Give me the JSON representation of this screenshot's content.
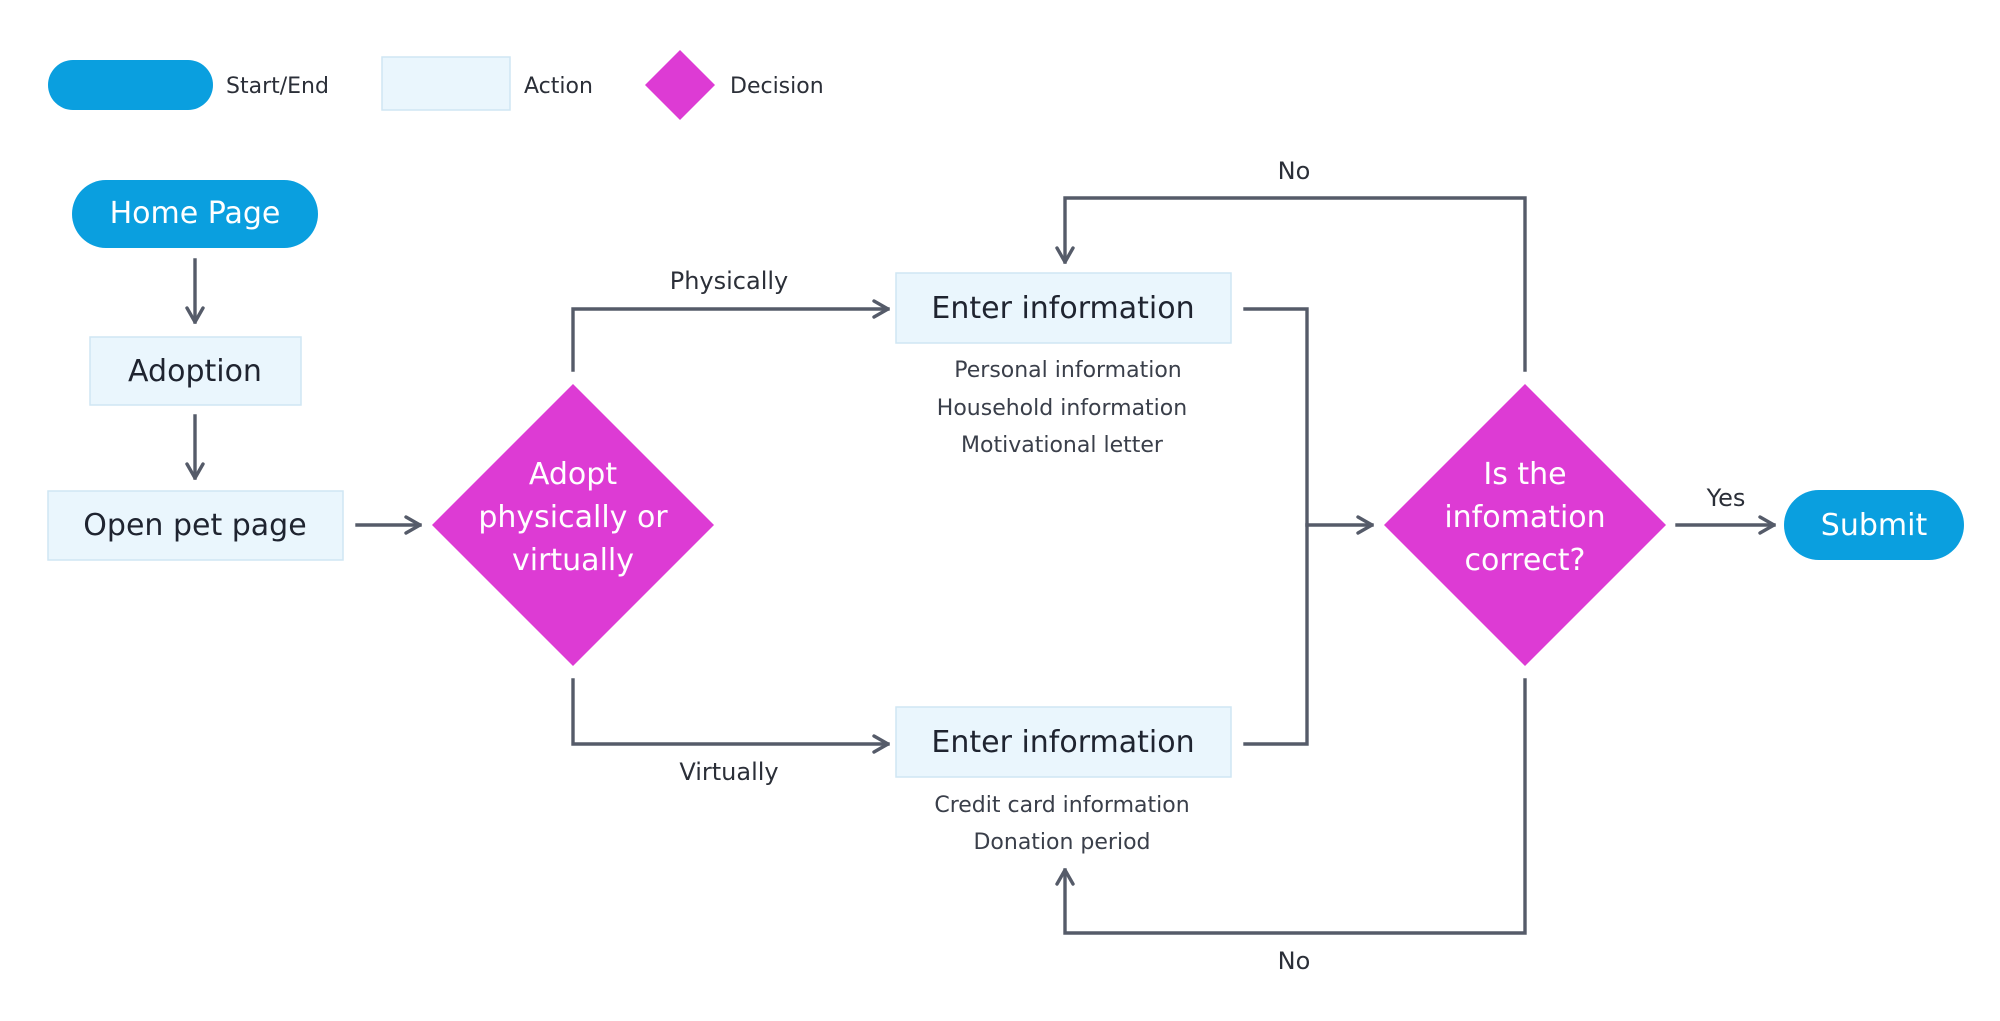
{
  "legend": {
    "start_end": "Start/End",
    "action": "Action",
    "decision": "Decision"
  },
  "nodes": {
    "home_page": "Home Page",
    "adoption": "Adoption",
    "open_pet_page": "Open pet page",
    "adopt_decision": [
      "Adopt",
      "physically or",
      "virtually"
    ],
    "enter_info_physical": "Enter information",
    "physical_details": [
      "Personal information",
      "Household information",
      "Motivational letter"
    ],
    "enter_info_virtual": "Enter information",
    "virtual_details": [
      "Credit card information",
      "Donation period"
    ],
    "check_decision": [
      "Is the",
      "infomation",
      "correct?"
    ],
    "submit": "Submit"
  },
  "edges": {
    "physically": "Physically",
    "virtually": "Virtually",
    "no_top": "No",
    "no_bottom": "No",
    "yes": "Yes"
  },
  "colors": {
    "terminal": "#0a9fdf",
    "action_fill": "#eaf6fd",
    "action_border": "#cfe6f3",
    "decision": "#dd3bd4",
    "connector": "#555b69"
  }
}
